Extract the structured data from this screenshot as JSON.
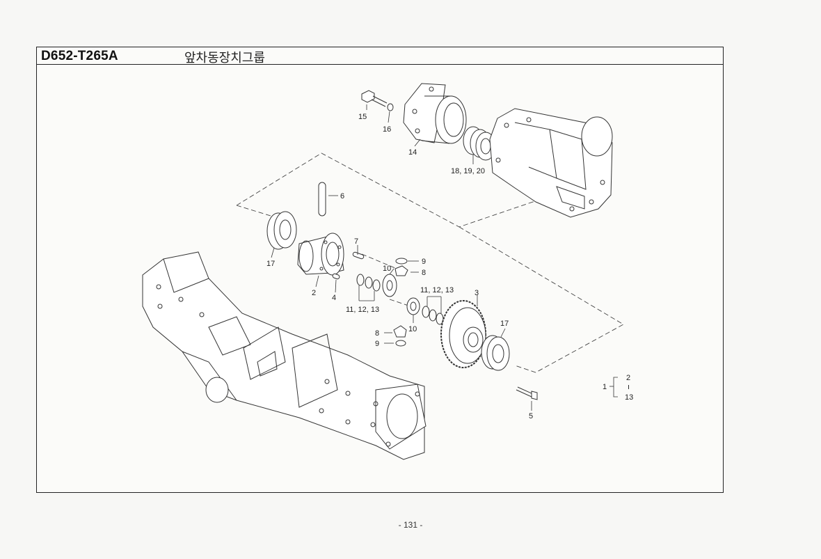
{
  "header": {
    "part_code": "D652-T265A",
    "group_title": "앞차동장치그룹"
  },
  "footer": {
    "page_number": "- 131 -"
  },
  "diagram": {
    "callouts": [
      {
        "id": "c15",
        "text": "15"
      },
      {
        "id": "c16",
        "text": "16"
      },
      {
        "id": "c14",
        "text": "14"
      },
      {
        "id": "c18",
        "text": "18, 19, 20"
      },
      {
        "id": "c6",
        "text": "6"
      },
      {
        "id": "c17a",
        "text": "17"
      },
      {
        "id": "c7",
        "text": "7"
      },
      {
        "id": "c2",
        "text": "2"
      },
      {
        "id": "c4",
        "text": "4"
      },
      {
        "id": "c9a",
        "text": "9"
      },
      {
        "id": "c8a",
        "text": "8"
      },
      {
        "id": "c10a",
        "text": "10"
      },
      {
        "id": "c111213a",
        "text": "11, 12, 13"
      },
      {
        "id": "c111213b",
        "text": "11, 12, 13"
      },
      {
        "id": "c3",
        "text": "3"
      },
      {
        "id": "c10b",
        "text": "10"
      },
      {
        "id": "c17b",
        "text": "17"
      },
      {
        "id": "c8b",
        "text": "8"
      },
      {
        "id": "c9b",
        "text": "9"
      },
      {
        "id": "c5",
        "text": "5"
      }
    ],
    "assembly_key": {
      "assembly": "1",
      "first": "2",
      "range_mark": "ı",
      "last": "13"
    }
  }
}
